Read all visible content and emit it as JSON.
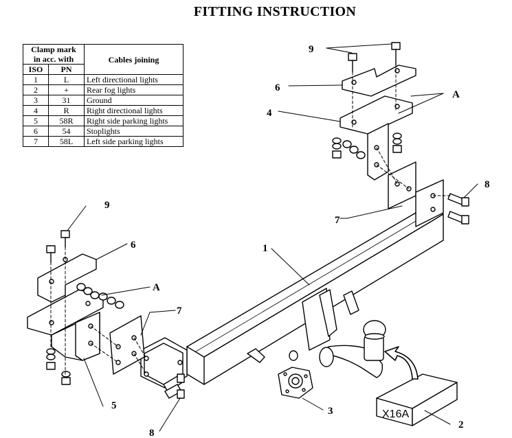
{
  "title": "FITTING INSTRUCTION",
  "table": {
    "header_group": "Clamp mark\nin acc. with",
    "header_iso": "ISO",
    "header_pn": "PN",
    "header_cables": "Cables joining",
    "rows": [
      {
        "iso": "1",
        "pn": "L",
        "cable": "Left directional lights"
      },
      {
        "iso": "2",
        "pn": "+",
        "cable": "Rear fog lights"
      },
      {
        "iso": "3",
        "pn": "31",
        "cable": "Ground"
      },
      {
        "iso": "4",
        "pn": "R",
        "cable": "Right directional lights"
      },
      {
        "iso": "5",
        "pn": "58R",
        "cable": "Right side parking lights"
      },
      {
        "iso": "6",
        "pn": "54",
        "cable": "Stoplights"
      },
      {
        "iso": "7",
        "pn": "58L",
        "cable": "Left side parking lights"
      }
    ]
  },
  "callouts": {
    "n1": "1",
    "n2": "2",
    "n3": "3",
    "n4": "4",
    "n5": "5",
    "n6_top": "6",
    "n6_left": "6",
    "n7_right": "7",
    "n7_left": "7",
    "n8_right": "8",
    "n8_bottom": "8",
    "n9_top": "9",
    "n9_left": "9",
    "a_top": "A",
    "a_left": "A"
  },
  "box_label": "X16A"
}
